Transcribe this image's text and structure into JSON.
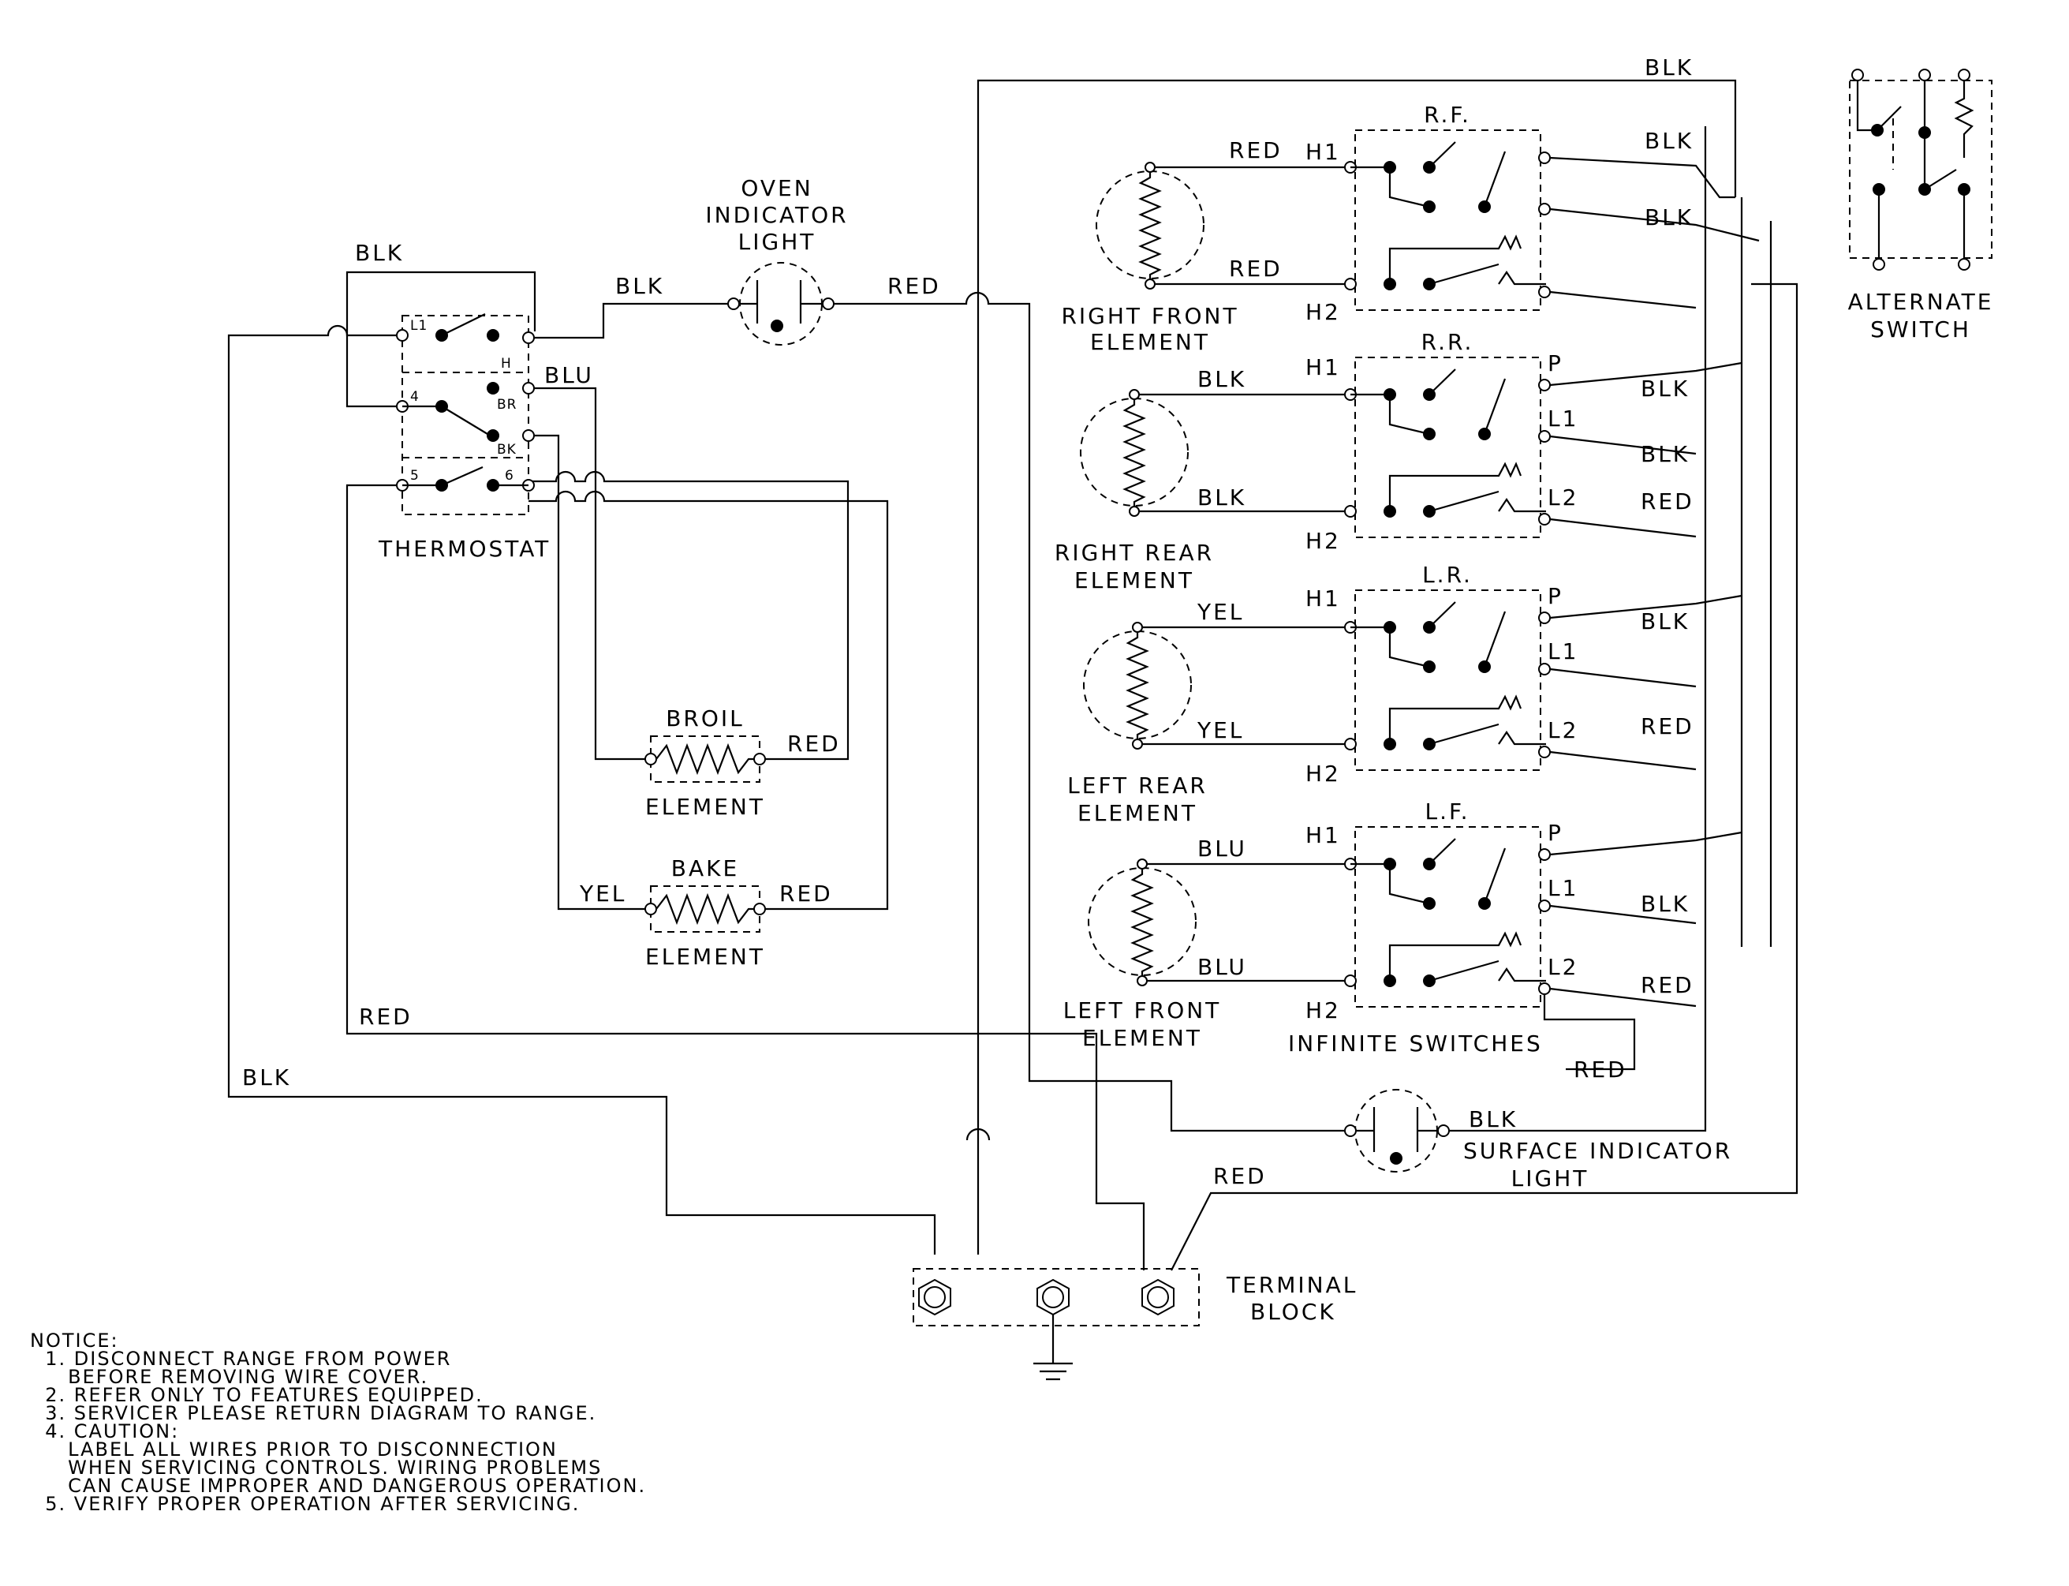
{
  "labels": {
    "oven_indicator_light": [
      "OVEN",
      "INDICATOR",
      "LIGHT"
    ],
    "thermostat": "THERMOSTAT",
    "broil_element": [
      "BROIL",
      "ELEMENT"
    ],
    "bake_element": [
      "BAKE",
      "ELEMENT"
    ],
    "right_front_element": [
      "RIGHT FRONT",
      "ELEMENT"
    ],
    "right_rear_element": [
      "RIGHT REAR",
      "ELEMENT"
    ],
    "left_rear_element": [
      "LEFT REAR",
      "ELEMENT"
    ],
    "left_front_element": [
      "LEFT FRONT",
      "ELEMENT"
    ],
    "infinite_switches": "INFINITE SWITCHES",
    "surface_indicator_light": [
      "SURFACE INDICATOR",
      "LIGHT"
    ],
    "terminal_block": [
      "TERMINAL",
      "BLOCK"
    ],
    "alternate_switch": [
      "ALTERNATE",
      "SWITCH"
    ]
  },
  "switches": [
    {
      "name": "R.F.",
      "l1": "",
      "l2": "",
      "p": ""
    },
    {
      "name": "R.R.",
      "l1": "L1",
      "l2": "L2",
      "p": "P"
    },
    {
      "name": "L.R.",
      "l1": "L1",
      "l2": "L2",
      "p": "P"
    },
    {
      "name": "L.F.",
      "l1": "L1",
      "l2": "L2",
      "p": "P"
    }
  ],
  "element_wire_colors": [
    {
      "top": "RED",
      "bottom": "RED"
    },
    {
      "top": "BLK",
      "bottom": "BLK"
    },
    {
      "top": "YEL",
      "bottom": "YEL"
    },
    {
      "top": "BLU",
      "bottom": "BLU"
    }
  ],
  "heater_terminals": {
    "h1": "H1",
    "h2": "H2"
  },
  "thermostat_terminals": {
    "l1": "L1",
    "h": "H",
    "four": "4",
    "br": "BR",
    "bk": "BK",
    "five": "5",
    "six": "6"
  },
  "wire_labels": {
    "top_blk": "BLK",
    "thermostat_top_blk": "BLK",
    "thermostat_to_light_blk": "BLK",
    "light_out_red": "RED",
    "thermostat_blu": "BLU",
    "broil_red": "RED",
    "bake_yel": "YEL",
    "bake_red": "RED",
    "lower_red": "RED",
    "lower_blk": "BLK",
    "rf_out_top_blk": "BLK",
    "rf_out_blk": "BLK",
    "rr_out_blk_1": "BLK",
    "rr_out_blk_2": "BLK",
    "rr_out_red": "RED",
    "lr_out_blk": "BLK",
    "lr_out_red": "RED",
    "lf_out_blk": "BLK",
    "lf_out_red": "RED",
    "surface_red": "RED",
    "surface_blk": "BLK",
    "terminal_red": "RED"
  },
  "notice": {
    "heading": "NOTICE:",
    "lines": [
      "  1. DISCONNECT RANGE FROM POWER",
      "     BEFORE REMOVING WIRE COVER.",
      "  2. REFER ONLY TO FEATURES EQUIPPED.",
      "  3. SERVICER PLEASE RETURN DIAGRAM TO RANGE.",
      "  4. CAUTION:",
      "     LABEL ALL WIRES PRIOR TO DISCONNECTION",
      "     WHEN SERVICING CONTROLS. WIRING PROBLEMS",
      "     CAN CAUSE IMPROPER AND DANGEROUS OPERATION.",
      "  5. VERIFY PROPER OPERATION AFTER SERVICING."
    ]
  }
}
